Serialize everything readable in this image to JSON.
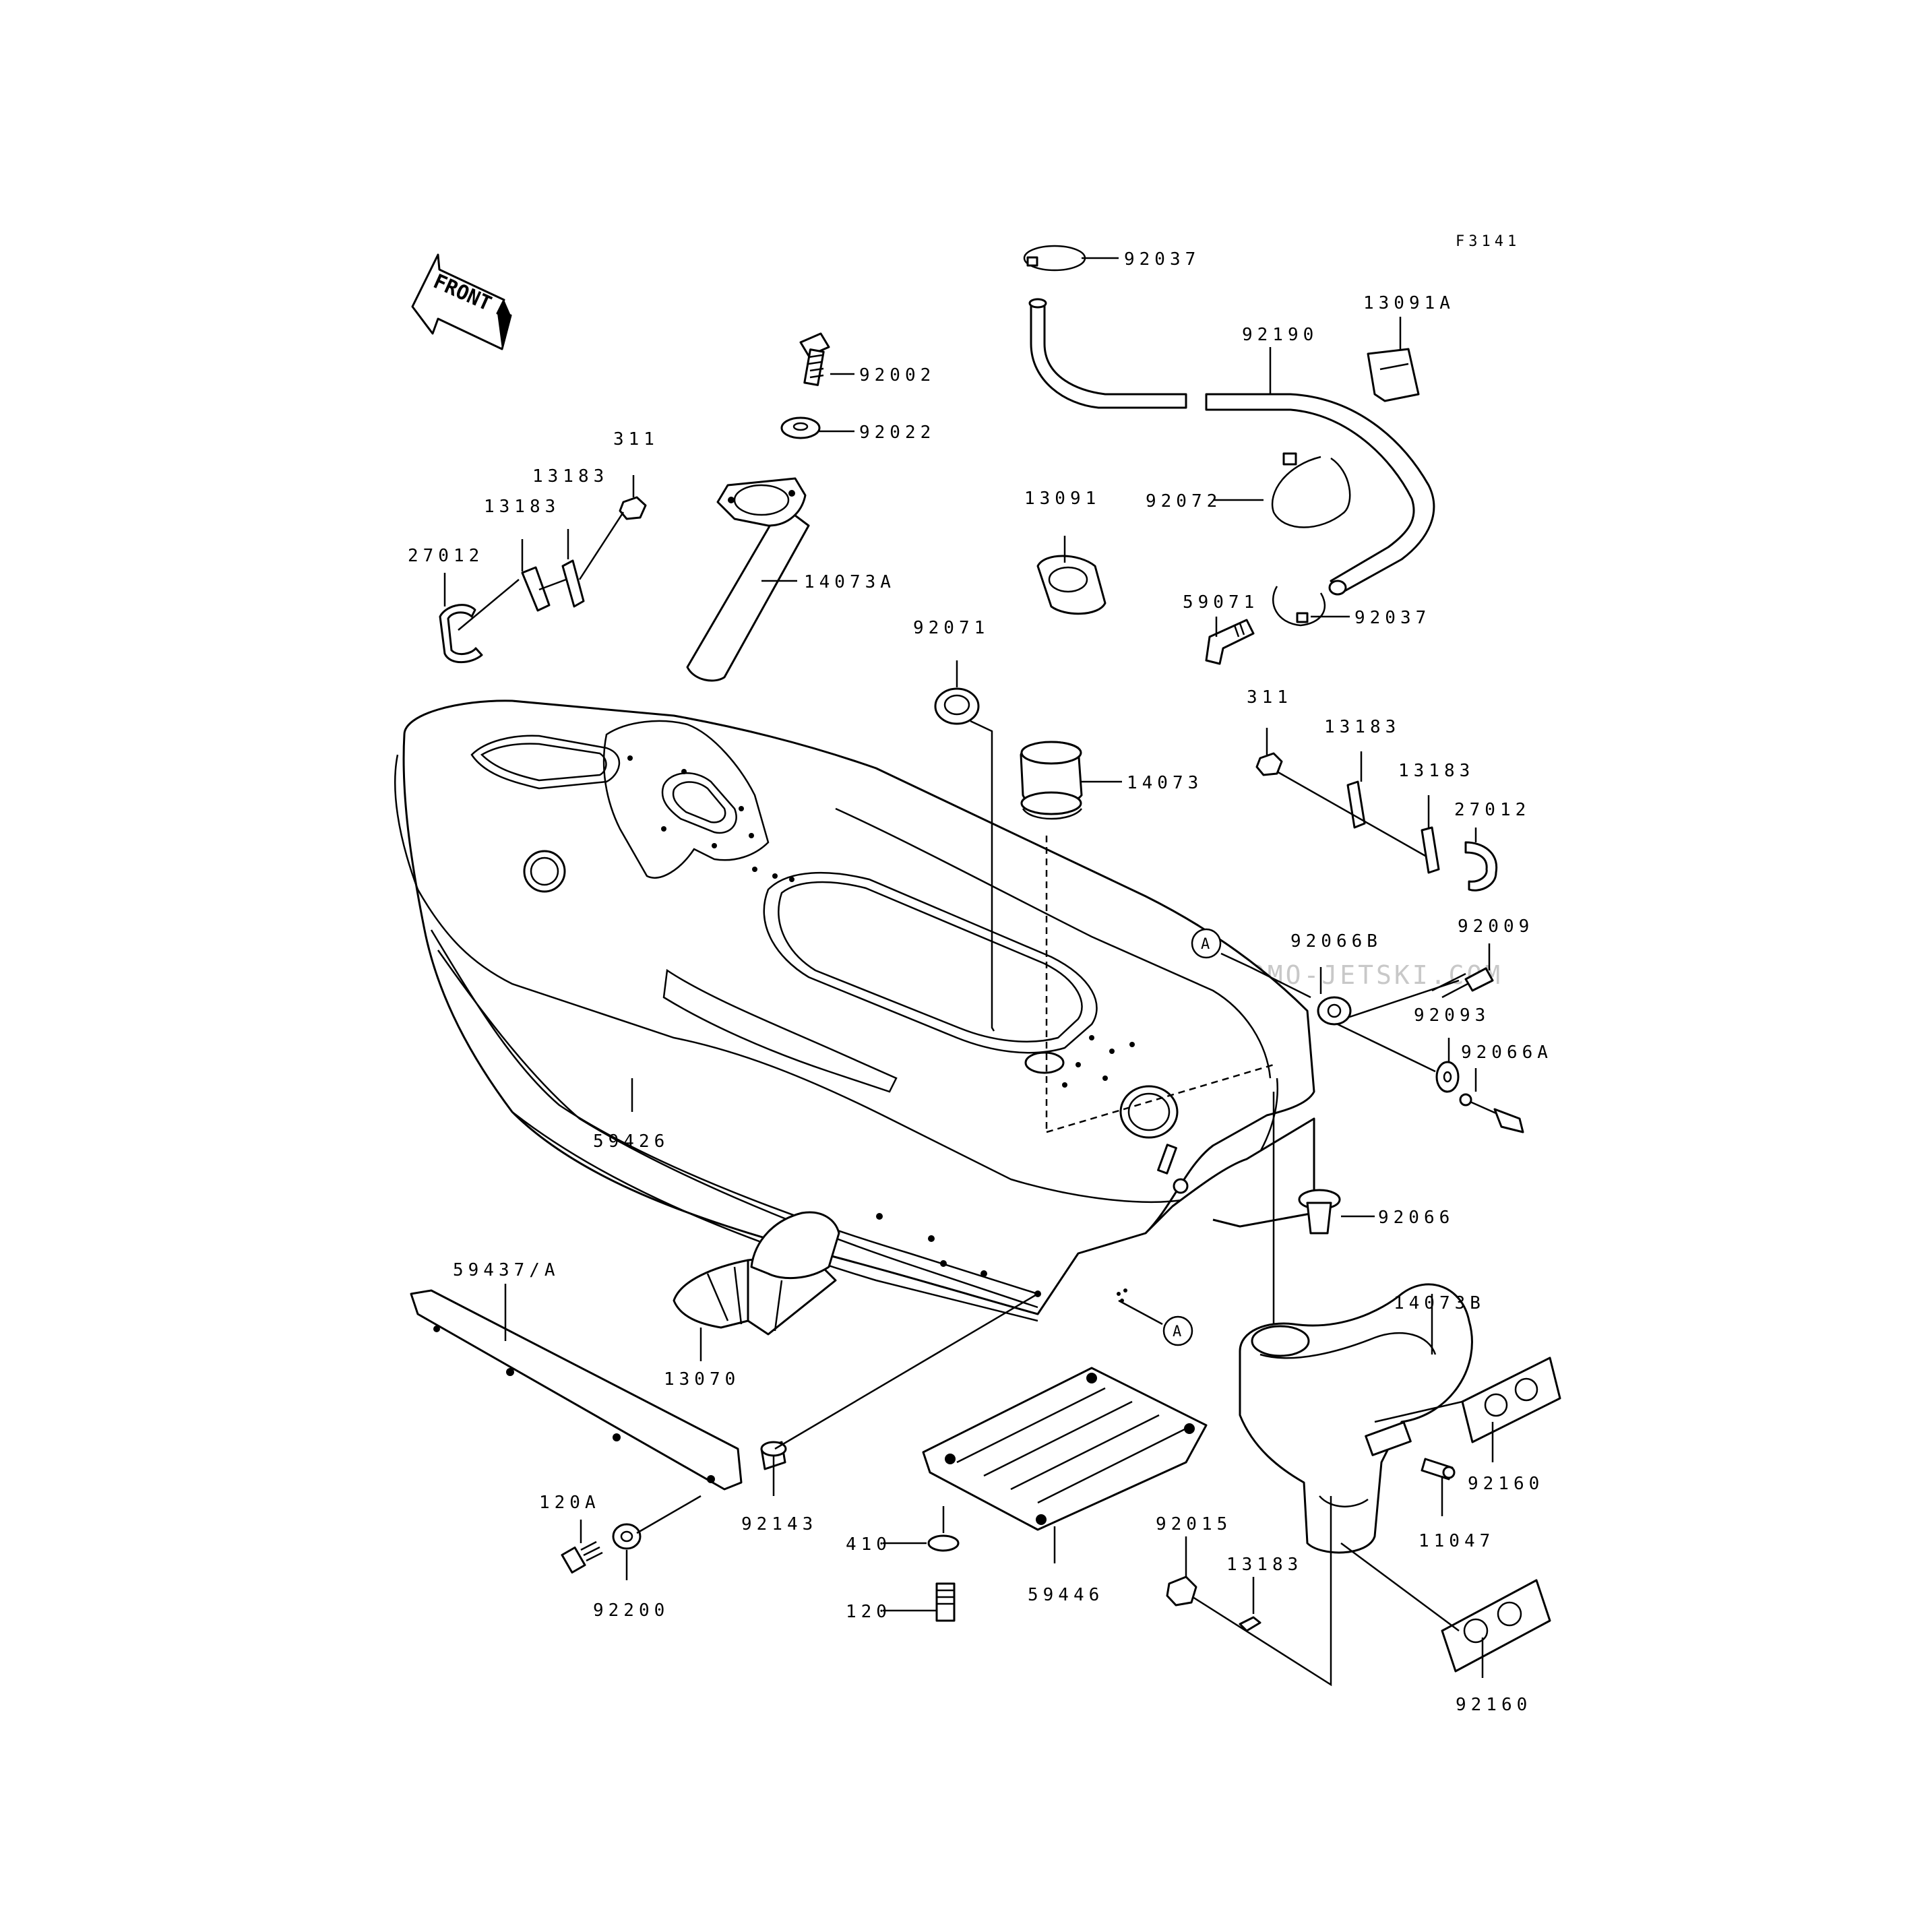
{
  "figure_code": "F3141",
  "front_label": "FRONT",
  "watermark": "JETSKI.COM · PROMO-JETSKI.COM · PROMO-JETSKI.COM",
  "reference_marker": "A",
  "parts": {
    "p92037_top": "92037",
    "p92190": "92190",
    "p13091A": "13091A",
    "p92002": "92002",
    "p92022": "92022",
    "p311_left": "311",
    "p13183_l1": "13183",
    "p13183_l2": "13183",
    "p27012_left": "27012",
    "p14073A": "14073A",
    "p13091": "13091",
    "p92072": "92072",
    "p59071": "59071",
    "p92037_bottom": "92037",
    "p92071": "92071",
    "p14073": "14073",
    "p311_right": "311",
    "p13183_r1": "13183",
    "p13183_r2": "13183",
    "p27012_right": "27012",
    "p92066B": "92066B",
    "p92009": "92009",
    "p92093": "92093",
    "p92066A": "92066A",
    "p59426": "59426",
    "p92066": "92066",
    "p14073B": "14073B",
    "p59437A": "59437/A",
    "p13070": "13070",
    "p92160_upper": "92160",
    "p11047": "11047",
    "p92143": "92143",
    "p120A": "120A",
    "p92200": "92200",
    "p410": "410",
    "p59446": "59446",
    "p120": "120",
    "p92015": "92015",
    "p13183_bottom": "13183",
    "p92160_lower": "92160"
  }
}
